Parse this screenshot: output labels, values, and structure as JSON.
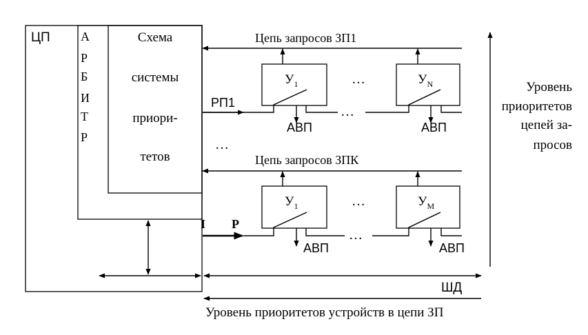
{
  "cpu": {
    "label": "ЦП",
    "arbiter_letters": [
      "А",
      "Р",
      "Б",
      "И",
      "Т",
      "Р"
    ],
    "priority_scheme_lines": [
      "Схема",
      "системы",
      "приори-",
      "тетов"
    ]
  },
  "chain1": {
    "label": "Цепь запросов ЗП1",
    "grant_label": "РП1",
    "device_first": {
      "base": "У",
      "sub": "1"
    },
    "device_last": {
      "base": "У",
      "sub": "N"
    },
    "ack_label": "АВП",
    "ellipsis": "…"
  },
  "chain_k": {
    "label": "Цепь запросов ЗПК",
    "grant_label_left": "I",
    "grant_label_right": "Р",
    "device_first": {
      "base": "У",
      "sub": "1"
    },
    "device_last": {
      "base": "У",
      "sub": "M"
    },
    "ack_label": "АВП",
    "ellipsis": "…"
  },
  "between_chains_ellipsis": "…",
  "bus_label": "ШД",
  "bottom_caption": "Уровень приоритетов устройств в цепи ЗП",
  "right_caption_lines": [
    "Уровень",
    "приоритетов",
    "цепей за-",
    "просов"
  ]
}
